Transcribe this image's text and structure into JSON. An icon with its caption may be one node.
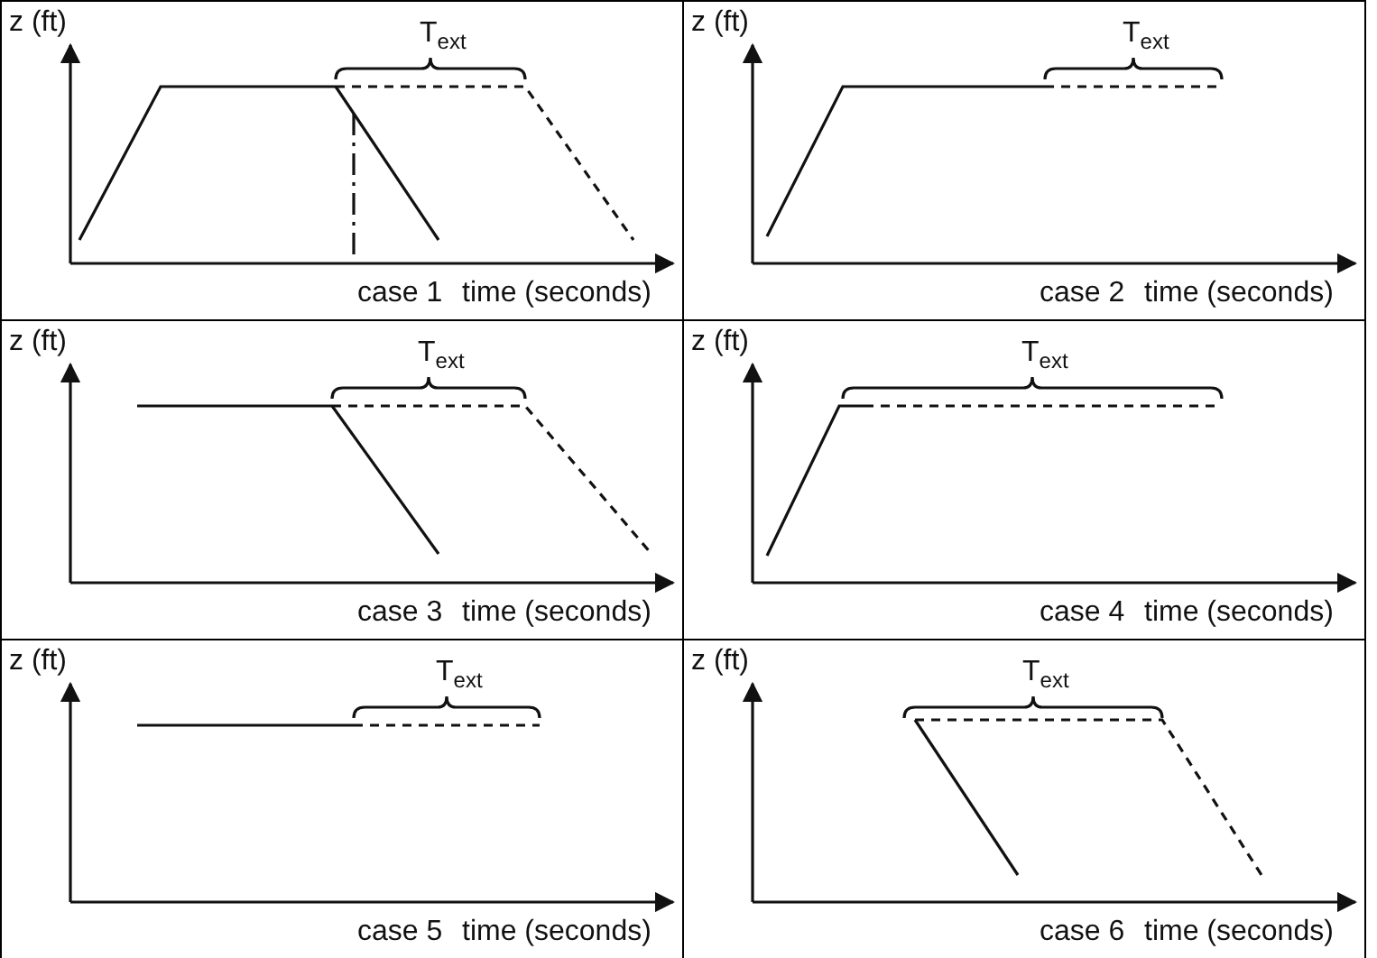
{
  "diagram": {
    "nodes": [
      {
        "text": [
          "z (ft)",
          "T$_{ext}$",
          "case 1",
          "time (seconds)"
        ]
      },
      {
        "text": [
          "z (ft)",
          "T$_{ext}$",
          "case 2",
          "time (seconds)"
        ]
      },
      {
        "text": [
          "z (ft)",
          "T$_{ext}$",
          "case 3",
          "time (seconds)"
        ]
      },
      {
        "text": [
          "z (ft)",
          "T$_{ext}$",
          "case 4",
          "time (seconds)"
        ]
      },
      {
        "text": [
          "z (ft)",
          "T$_{ext}$",
          "case 5",
          "time (seconds)"
        ]
      },
      {
        "text": [
          "z (ft)",
          "T$_{ext}$",
          "case 6",
          "time (seconds)"
        ]
      }
    ]
  }
}
